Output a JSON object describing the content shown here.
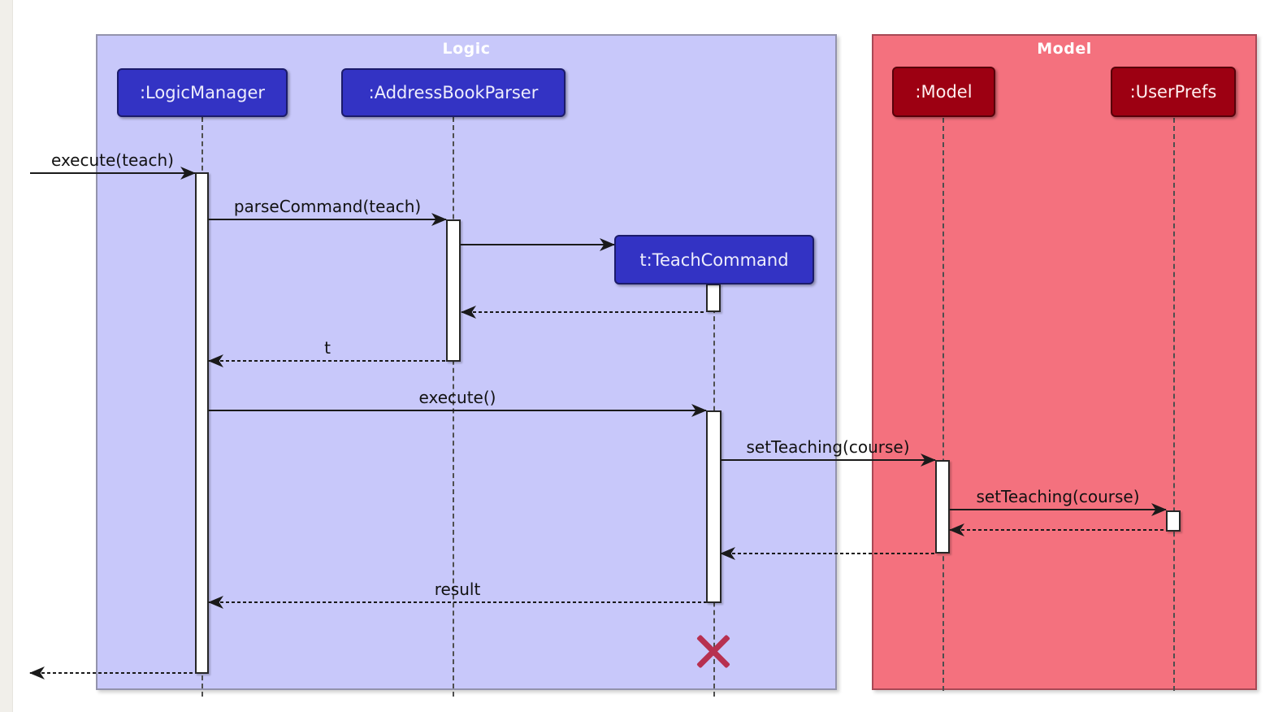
{
  "diagram": {
    "type": "uml-sequence-diagram",
    "frames": [
      {
        "label": "Logic",
        "background": "#C8C8FA",
        "title_color": "#FFFFFF"
      },
      {
        "label": "Model",
        "background": "#F4717E",
        "title_color": "#FFFFFF"
      }
    ],
    "participants": [
      {
        "label": ":LogicManager",
        "frame": "Logic",
        "fill": "#3333C4"
      },
      {
        "label": ":AddressBookParser",
        "frame": "Logic",
        "fill": "#3333C4"
      },
      {
        "label": "t:TeachCommand",
        "frame": "Logic",
        "fill": "#3333C4",
        "created_during_sequence": true,
        "destroyed": true
      },
      {
        "label": ":Model",
        "frame": "Model",
        "fill": "#9D0012"
      },
      {
        "label": ":UserPrefs",
        "frame": "Model",
        "fill": "#9D0012"
      }
    ],
    "messages": [
      {
        "label": "execute(teach)",
        "from": "(caller)",
        "to": ":LogicManager",
        "kind": "sync"
      },
      {
        "label": "parseCommand(teach)",
        "from": ":LogicManager",
        "to": ":AddressBookParser",
        "kind": "sync"
      },
      {
        "label": "",
        "from": ":AddressBookParser",
        "to": "t:TeachCommand",
        "kind": "create"
      },
      {
        "label": "",
        "from": "t:TeachCommand",
        "to": ":AddressBookParser",
        "kind": "return"
      },
      {
        "label": "t",
        "from": ":AddressBookParser",
        "to": ":LogicManager",
        "kind": "return"
      },
      {
        "label": "execute()",
        "from": ":LogicManager",
        "to": "t:TeachCommand",
        "kind": "sync"
      },
      {
        "label": "setTeaching(course)",
        "from": "t:TeachCommand",
        "to": ":Model",
        "kind": "sync"
      },
      {
        "label": "setTeaching(course)",
        "from": ":Model",
        "to": ":UserPrefs",
        "kind": "sync"
      },
      {
        "label": "",
        "from": ":UserPrefs",
        "to": ":Model",
        "kind": "return"
      },
      {
        "label": "",
        "from": ":Model",
        "to": "t:TeachCommand",
        "kind": "return"
      },
      {
        "label": "result",
        "from": "t:TeachCommand",
        "to": ":LogicManager",
        "kind": "return"
      },
      {
        "label": "",
        "from": ":LogicManager",
        "to": "(caller)",
        "kind": "return"
      }
    ],
    "colors": {
      "logic_participant_fill": "#3333C4",
      "logic_frame_background": "#C8C8FA",
      "model_participant_fill": "#9D0012",
      "model_frame_background": "#F4717E",
      "message_line": "#1A1A1A",
      "lifeline": "#4F4F4F",
      "activation_fill": "#FFFFFF",
      "destroy_x": "#B73050"
    }
  }
}
